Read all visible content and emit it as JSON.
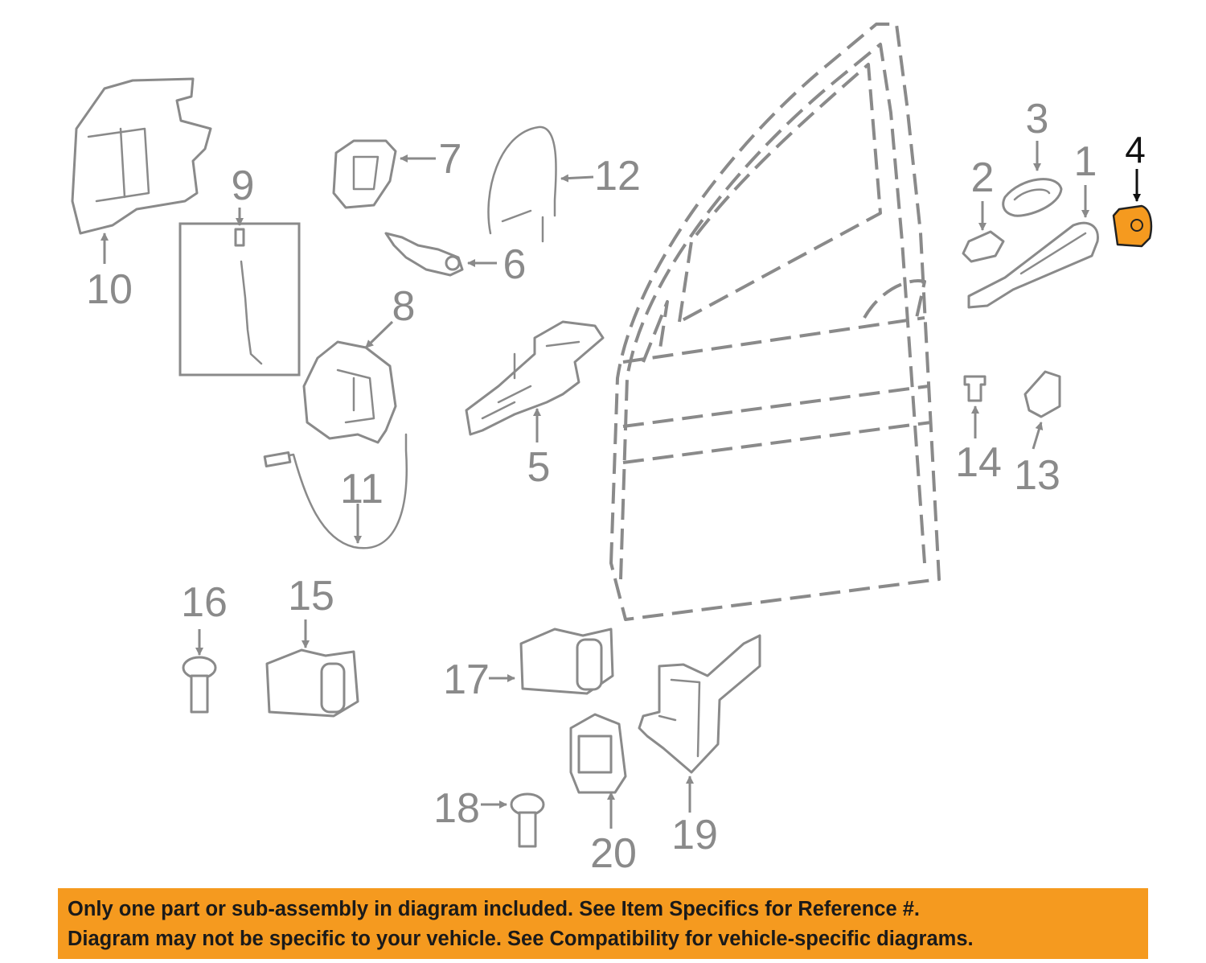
{
  "diagram": {
    "highlight_color": "#f59a1f",
    "line_color": "#8a8a8a",
    "highlighted_part": "4",
    "callouts": [
      "1",
      "2",
      "3",
      "4",
      "5",
      "6",
      "7",
      "8",
      "9",
      "10",
      "11",
      "12",
      "13",
      "14",
      "15",
      "16",
      "17",
      "18",
      "19",
      "20"
    ]
  },
  "banner": {
    "background": "#f59a1f",
    "line1": "Only one part or sub-assembly in diagram included. See Item Specifics for Reference #.",
    "line2": "Diagram may not be specific to your vehicle. See Compatibility for vehicle-specific diagrams."
  }
}
